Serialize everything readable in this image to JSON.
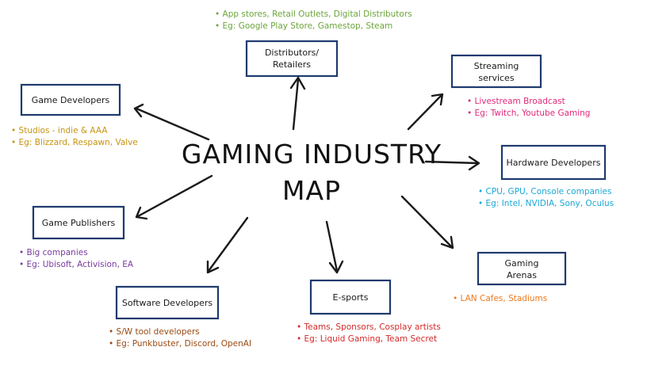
{
  "colors": {
    "box_border": "#1f3a6e",
    "arrow": "#1a1a1a",
    "green": "#6ba53a",
    "gold": "#c79412",
    "magenta": "#e0287a",
    "cyan": "#1aa7d6",
    "purple": "#7a3aa0",
    "red": "#d42a2a",
    "orange": "#ee7a1e",
    "brown": "#9a4a12"
  },
  "central": {
    "line1": "GAMING INDUSTRY",
    "line2": "MAP"
  },
  "nodes": {
    "distributors": {
      "label_line1": "Distributors/",
      "label_line2": "Retailers",
      "note1": "• App stores, Retail Outlets, Digital Distributors",
      "note2": "• Eg: Google Play Store, Gamestop, Steam",
      "color": "#6ba53a"
    },
    "game_developers": {
      "label": "Game Developers",
      "note1": "• Studios - indie & AAA",
      "note2": "• Eg: Blizzard, Respawn, Valve",
      "color": "#c79412"
    },
    "streaming": {
      "label_line1": "Streaming",
      "label_line2": "services",
      "note1": "• Livestream Broadcast",
      "note2": "• Eg: Twitch, Youtube Gaming",
      "color": "#e0287a"
    },
    "hardware": {
      "label": "Hardware Developers",
      "note1": "• CPU, GPU, Console companies",
      "note2": "• Eg: Intel, NVIDIA, Sony, Oculus",
      "color": "#1aa7d6"
    },
    "publishers": {
      "label": "Game Publishers",
      "note1": "• Big companies",
      "note2": "• Eg: Ubisoft, Activision, EA",
      "color": "#7a3aa0"
    },
    "arenas": {
      "label_line1": "Gaming",
      "label_line2": "Arenas",
      "note1": "• LAN Cafes, Stadiums",
      "color": "#ee7a1e"
    },
    "esports": {
      "label": "E-sports",
      "note1": "• Teams, Sponsors, Cosplay artists",
      "note2": "• Eg: Liquid Gaming, Team Secret",
      "color": "#d42a2a"
    },
    "software": {
      "label": "Software Developers",
      "note1": "• S/W tool developers",
      "note2": "• Eg: Punkbuster, Discord, OpenAI",
      "color": "#9a4a12"
    }
  }
}
